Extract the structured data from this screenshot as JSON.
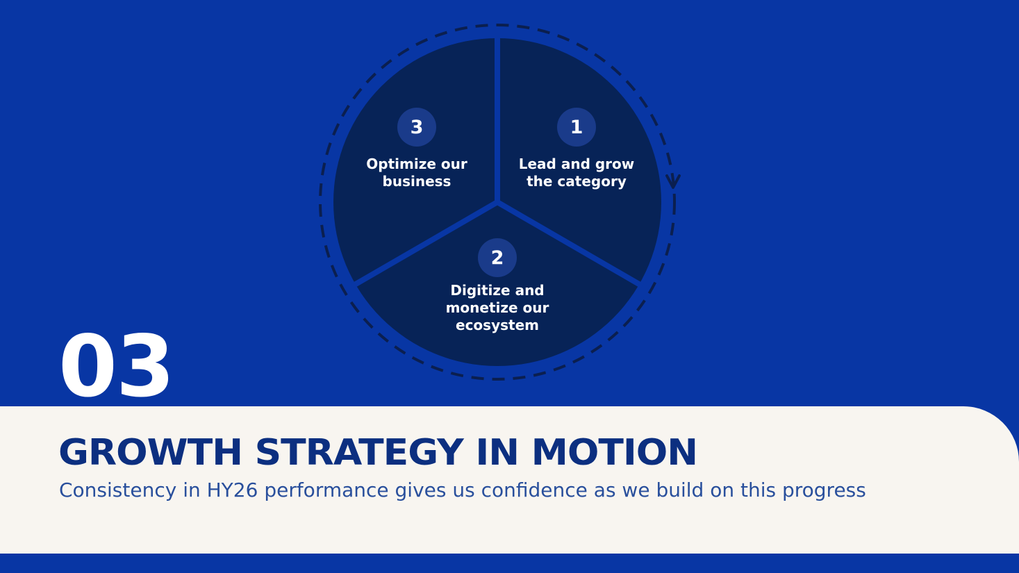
{
  "diagram": {
    "segments": [
      {
        "number": "1",
        "label_lines": [
          "Lead and grow",
          "the category"
        ]
      },
      {
        "number": "2",
        "label_lines": [
          "Digitize and",
          "monetize our",
          "ecosystem"
        ]
      },
      {
        "number": "3",
        "label_lines": [
          "Optimize our",
          "business"
        ]
      }
    ]
  },
  "section": {
    "number": "03"
  },
  "title": "GROWTH STRATEGY IN MOTION",
  "subtitle": "Consistency in HY26 performance gives us confidence as we build on this progress",
  "colors": {
    "background": "#0836a4",
    "circle_fill": "#072357",
    "badge_fill": "#1a3b8a",
    "dashed_ring": "#0b1f4f",
    "panel": "#f8f5f0",
    "title": "#0c2f80",
    "subtitle": "#294f9c"
  }
}
